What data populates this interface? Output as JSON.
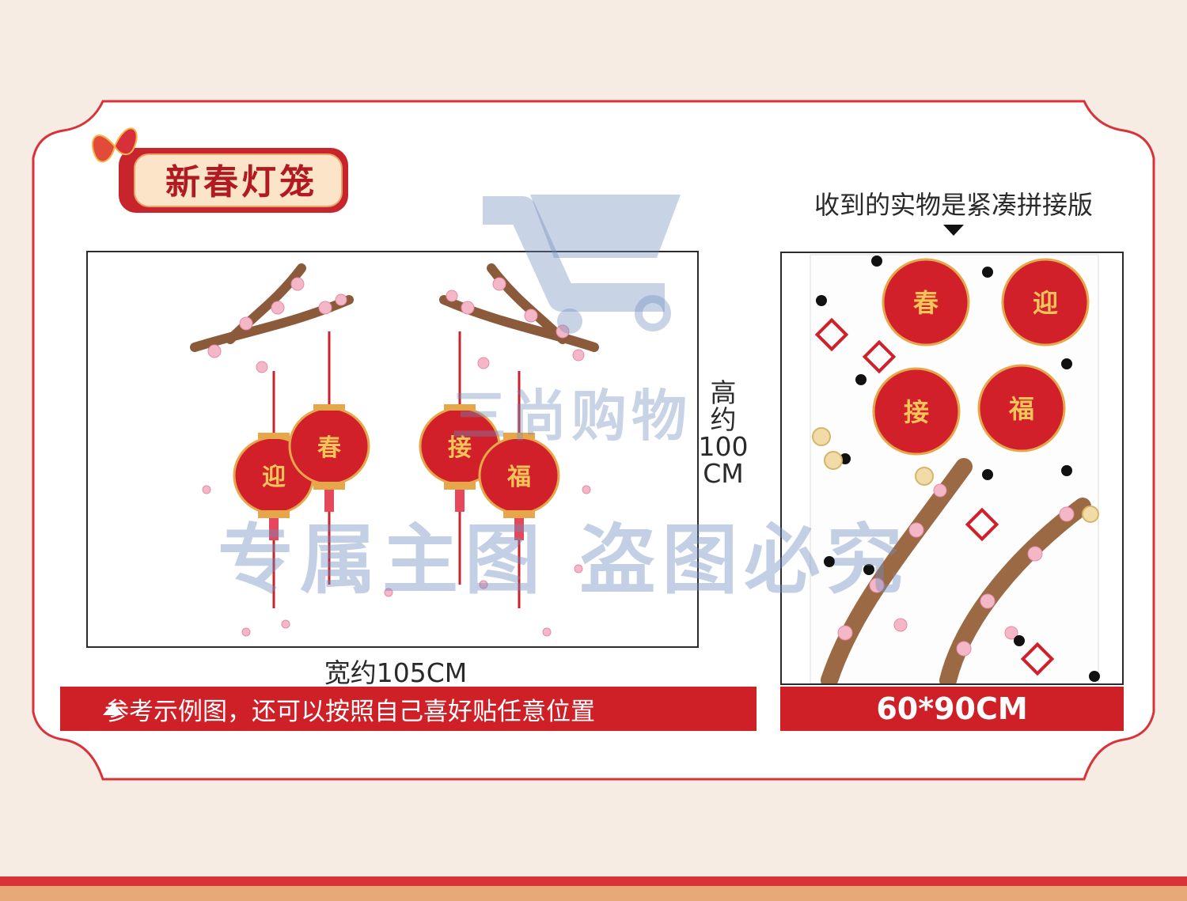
{
  "section_title": "新春灯笼",
  "example": {
    "width_label": "宽约105CM",
    "height_label_line1": "高",
    "height_label_line2": "约",
    "height_label_line3": "100",
    "height_label_line4": "CM",
    "caption": "参考示例图，还可以按照自己喜好贴任意位置",
    "lanterns": [
      "迎",
      "春",
      "接",
      "福"
    ]
  },
  "actual": {
    "note": "收到的实物是紧凑拼接版",
    "size": "60*90CM",
    "lanterns": [
      "春",
      "迎",
      "接",
      "福"
    ]
  },
  "watermark": {
    "brand": "三尚购物",
    "notice": "专属主图  盗图必究"
  },
  "colors": {
    "accent_red": "#cf2027",
    "background": "#f7ece3"
  }
}
